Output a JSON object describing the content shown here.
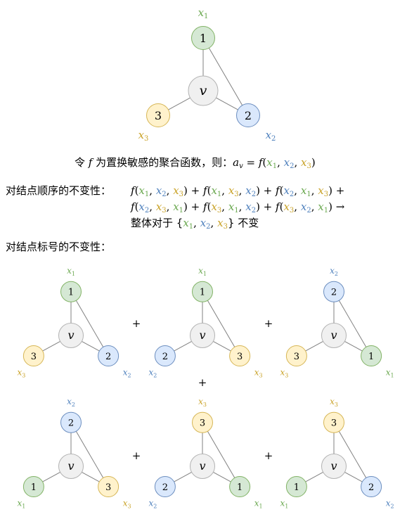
{
  "colors": {
    "green_fill": "#d5e8d4",
    "green_stroke": "#82b366",
    "green_text": "#6aa84f",
    "blue_fill": "#dae8fc",
    "blue_stroke": "#6c8ebf",
    "blue_text": "#4f81bd",
    "yellow_fill": "#fff2cc",
    "yellow_stroke": "#d6b656",
    "yellow_text": "#c9a227",
    "grey_fill": "#f0f0f0",
    "grey_stroke": "#b3b3b3"
  },
  "center_label": "v",
  "main_graph": {
    "top": "1",
    "left": "3",
    "right": "2",
    "x_top": "1",
    "x_left": "3",
    "x_right": "2"
  },
  "text": {
    "def_prefix": "令",
    "def_f": "f",
    "def_mid": "为置换敏感的聚合函数，则：",
    "def_a": "a",
    "def_a_sub": "v",
    "def_eq": " = ",
    "order_label": "对结点顺序的不变性：",
    "order_line1": [
      [
        "f(",
        "black"
      ],
      [
        "x1",
        "green"
      ],
      [
        ", ",
        "black"
      ],
      [
        "x2",
        "blue"
      ],
      [
        ", ",
        "black"
      ],
      [
        "x3",
        "yellow"
      ],
      [
        ") + f(",
        "black"
      ],
      [
        "x1",
        "green"
      ],
      [
        ", ",
        "black"
      ],
      [
        "x3",
        "yellow"
      ],
      [
        ", ",
        "black"
      ],
      [
        "x2",
        "blue"
      ],
      [
        ") + f(",
        "black"
      ],
      [
        "x2",
        "blue"
      ],
      [
        ", ",
        "black"
      ],
      [
        "x1",
        "green"
      ],
      [
        ", ",
        "black"
      ],
      [
        "x3",
        "yellow"
      ],
      [
        ") +",
        "black"
      ]
    ],
    "order_line2": [
      [
        "f(",
        "black"
      ],
      [
        "x2",
        "blue"
      ],
      [
        ", ",
        "black"
      ],
      [
        "x3",
        "yellow"
      ],
      [
        ", ",
        "black"
      ],
      [
        "x1",
        "green"
      ],
      [
        ") + f(",
        "black"
      ],
      [
        "x3",
        "yellow"
      ],
      [
        ", ",
        "black"
      ],
      [
        "x1",
        "green"
      ],
      [
        ", ",
        "black"
      ],
      [
        "x2",
        "blue"
      ],
      [
        ") + f(",
        "black"
      ],
      [
        "x3",
        "yellow"
      ],
      [
        ", ",
        "black"
      ],
      [
        "x2",
        "blue"
      ],
      [
        ", ",
        "black"
      ],
      [
        "x1",
        "green"
      ],
      [
        ") →",
        "black"
      ]
    ],
    "order_line3_prefix": "整体对于 {",
    "order_line3_items": [
      [
        "x1",
        "green"
      ],
      [
        ", ",
        "black"
      ],
      [
        "x2",
        "blue"
      ],
      [
        ", ",
        "black"
      ],
      [
        "x3",
        "yellow"
      ]
    ],
    "order_line3_suffix": "} 不变",
    "label_label": "对结点标号的不变性：",
    "plus": "+"
  },
  "small_graphs": [
    {
      "top": "1",
      "left": "3",
      "right": "2",
      "x_top": "1",
      "x_left": "3",
      "x_right": "2"
    },
    {
      "top": "1",
      "left": "2",
      "right": "3",
      "x_top": "1",
      "x_left": "2",
      "x_right": "3"
    },
    {
      "top": "2",
      "left": "3",
      "right": "1",
      "x_top": "2",
      "x_left": "3",
      "x_right": "1"
    },
    {
      "top": "2",
      "left": "1",
      "right": "3",
      "x_top": "2",
      "x_left": "1",
      "x_right": "3"
    },
    {
      "top": "3",
      "left": "2",
      "right": "1",
      "x_top": "3",
      "x_left": "2",
      "x_right": "1"
    },
    {
      "top": "3",
      "left": "1",
      "right": "2",
      "x_top": "3",
      "x_left": "1",
      "x_right": "2"
    }
  ]
}
